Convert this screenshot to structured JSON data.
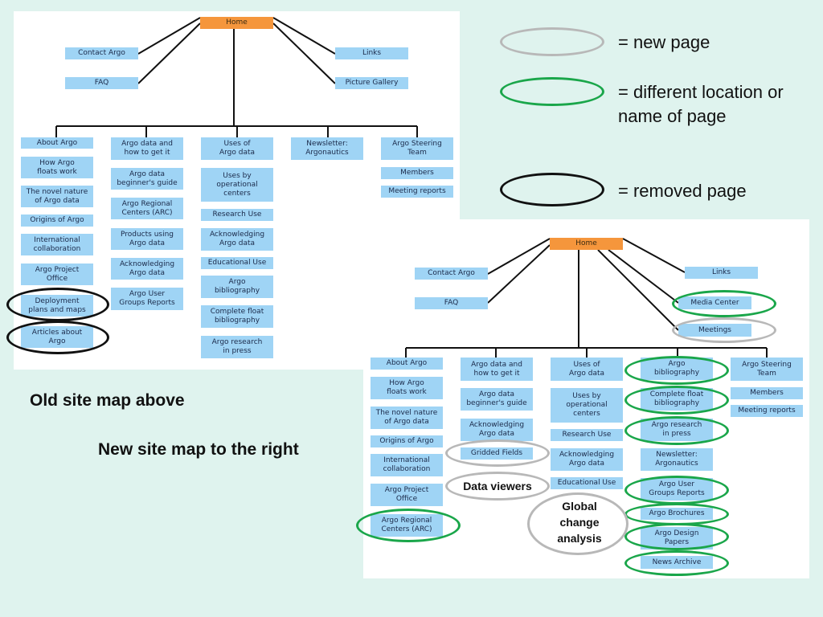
{
  "legend": {
    "new_page": "= new page",
    "different_location": "= different location or name of page",
    "removed_page": "= removed page"
  },
  "captions": {
    "old_map": "Old site map above",
    "new_map": "New site map to the right"
  },
  "old_map": {
    "home": "Home",
    "contact": "Contact Argo",
    "faq": "FAQ",
    "links": "Links",
    "gallery": "Picture Gallery",
    "col1": [
      "About Argo",
      "How Argo\nfloats work",
      "The novel nature\nof Argo data",
      "Origins of Argo",
      "International\ncollaboration",
      "Argo Project\nOffice",
      "Deployment\nplans and maps",
      "Articles about\nArgo"
    ],
    "col2": [
      "Argo data and\nhow to get it",
      "Argo data\nbeginner's guide",
      "Argo Regional\nCenters (ARC)",
      "Products using\nArgo data",
      "Acknowledging\nArgo data",
      "Argo User\nGroups Reports"
    ],
    "col3": [
      "Uses of\nArgo data",
      "Uses by\noperational\ncenters",
      "Research Use",
      "Acknowledging\nArgo data",
      "Educational Use",
      "Argo\nbibliography",
      "Complete float\nbibliography",
      "Argo research\nin press"
    ],
    "col4": [
      "Newsletter:\nArgonautics"
    ],
    "col5": [
      "Argo Steering\nTeam",
      "Members",
      "Meeting reports"
    ]
  },
  "new_map": {
    "home": "Home",
    "contact": "Contact Argo",
    "faq": "FAQ",
    "links": "Links",
    "media": "Media Center",
    "meetings": "Meetings",
    "col1": [
      "About Argo",
      "How Argo\nfloats work",
      "The novel nature\nof Argo data",
      "Origins of Argo",
      "International\ncollaboration",
      "Argo Project\nOffice",
      "Argo Regional\nCenters (ARC)"
    ],
    "col2": [
      "Argo data and\nhow to get it",
      "Argo data\nbeginner's guide",
      "Acknowledging\nArgo data",
      "Gridded Fields"
    ],
    "col3": [
      "Uses of\nArgo data",
      "Uses by\noperational\ncenters",
      "Research Use",
      "Acknowledging\nArgo data",
      "Educational Use"
    ],
    "col4": [
      "Argo\nbibliography",
      "Complete float\nbibliography",
      "Argo research\nin press",
      "Newsletter:\nArgonautics",
      "Argo User\nGroups Reports",
      "Argo Brochures",
      "Argo Design\nPapers",
      "News Archive"
    ],
    "col5": [
      "Argo Steering\nTeam",
      "Members",
      "Meeting reports"
    ],
    "data_viewers": "Data viewers",
    "global_change": "Global\nchange\nanalysis"
  },
  "colors": {
    "background": "#dff3ee",
    "box": "#9fd4f5",
    "home": "#f5963c",
    "new_ring": "#b8b8b8",
    "moved_ring": "#1aa64a",
    "removed_ring": "#111111"
  }
}
